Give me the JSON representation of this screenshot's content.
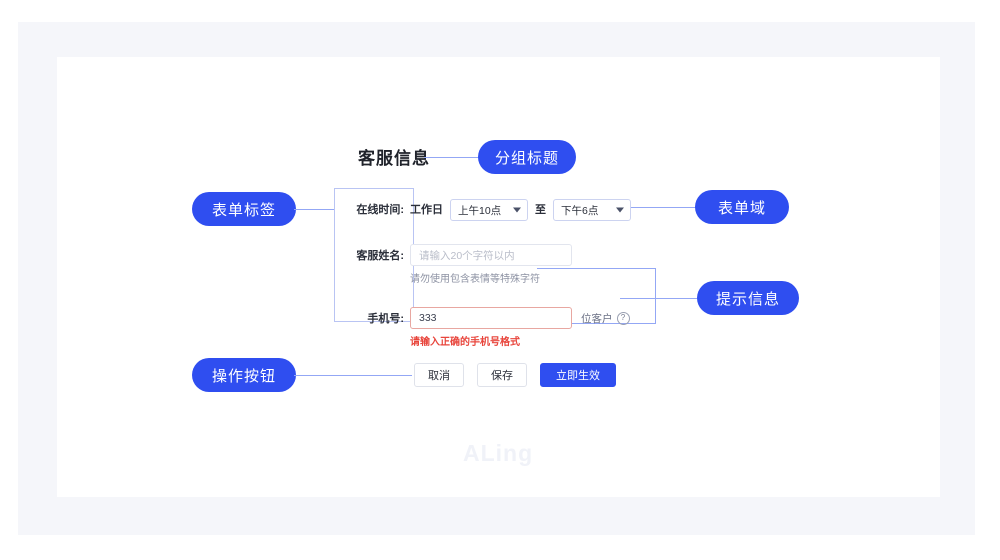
{
  "annotations": {
    "group_title": "分组标题",
    "form_label": "表单标签",
    "form_field": "表单域",
    "hint_info": "提示信息",
    "action_buttons": "操作按钮"
  },
  "form": {
    "group_heading": "客服信息",
    "rows": [
      {
        "label": "在线时间:",
        "static_text": "工作日",
        "start_value": "上午10点",
        "separator": "至",
        "end_value": "下午6点"
      },
      {
        "label": "客服姓名:",
        "placeholder": "请输入20个字符以内",
        "helper": "请勿使用包含表情等特殊字符"
      },
      {
        "label": "手机号:",
        "value": "333",
        "suffix": "位客户",
        "suffix_icon": "question-circle-icon",
        "error": "请输入正确的手机号格式"
      }
    ]
  },
  "buttons": {
    "cancel": "取消",
    "save": "保存",
    "apply": "立即生效"
  },
  "watermark": {
    "text": "ALing"
  },
  "colors": {
    "accent": "#2f4ef0",
    "connector": "#93a7f5",
    "error": "#e8453c",
    "panel_bg": "#f5f6fa",
    "canvas_bg": "#ffffff",
    "label_box_border": "#b9c4f3"
  }
}
